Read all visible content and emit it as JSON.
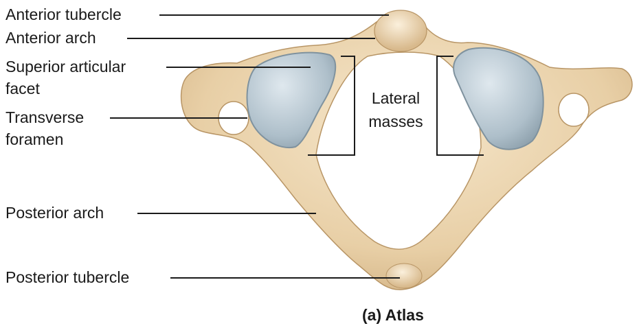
{
  "labels": {
    "anterior_tubercle": "Anterior tubercle",
    "anterior_arch": "Anterior arch",
    "superior_articular_facet_1": "Superior articular",
    "superior_articular_facet_2": "facet",
    "transverse_foramen_1": "Transverse",
    "transverse_foramen_2": "foramen",
    "posterior_arch": "Posterior arch",
    "posterior_tubercle": "Posterior tubercle",
    "lateral_masses_1": "Lateral",
    "lateral_masses_2": "masses"
  },
  "caption": "(a) Atlas",
  "colors": {
    "bone": "#e8cfa6",
    "bone_shadow": "#cfae7f",
    "bone_highlight": "#f6e7cc",
    "facet": "#aebfca",
    "facet_highlight": "#dfe8ee",
    "leader_line": "#1a1a1a",
    "text": "#1a1a1a"
  }
}
